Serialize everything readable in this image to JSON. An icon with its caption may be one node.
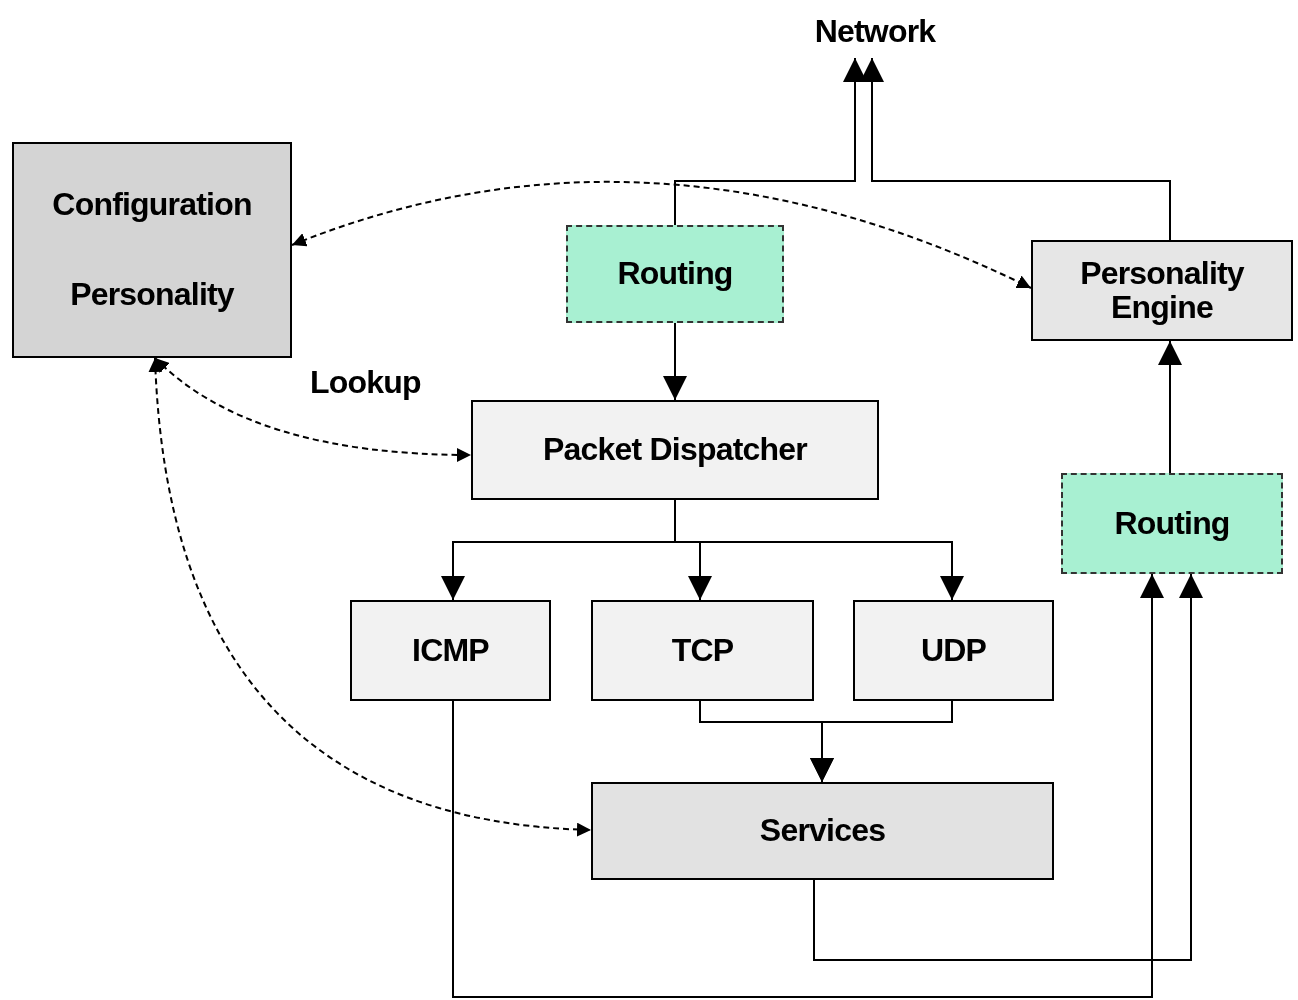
{
  "diagram": {
    "nodes": [
      {
        "text": [
          "Network"
        ]
      },
      {
        "text": [
          "Configuration",
          "Personality"
        ]
      },
      {
        "text": [
          "Routing"
        ]
      },
      {
        "text": [
          "Personality Engine"
        ]
      },
      {
        "text": [
          "Packet Dispatcher"
        ]
      },
      {
        "text": [
          "Routing"
        ]
      },
      {
        "text": [
          "ICMP"
        ]
      },
      {
        "text": [
          "TCP"
        ]
      },
      {
        "text": [
          "UDP"
        ]
      },
      {
        "text": [
          "Services"
        ]
      }
    ],
    "edges": [
      {
        "from": 2,
        "to": 0,
        "arrow": "to"
      },
      {
        "from": 3,
        "to": 0,
        "arrow": "to"
      },
      {
        "from": 1,
        "to": 3,
        "arrow": "both",
        "style": "dashed"
      },
      {
        "from": 2,
        "to": 4,
        "arrow": "to"
      },
      {
        "from": 1,
        "to": 4,
        "arrow": "both",
        "style": "dashed",
        "label": "Lookup"
      },
      {
        "from": 1,
        "to": 9,
        "arrow": "both",
        "style": "dashed"
      },
      {
        "from": 4,
        "to": 6,
        "arrow": "to"
      },
      {
        "from": 4,
        "to": 7,
        "arrow": "to"
      },
      {
        "from": 4,
        "to": 8,
        "arrow": "to"
      },
      {
        "from": 7,
        "to": 9,
        "arrow": "to"
      },
      {
        "from": 8,
        "to": 9,
        "arrow": "to"
      },
      {
        "from": 6,
        "to": 5,
        "arrow": "to"
      },
      {
        "from": 9,
        "to": 5,
        "arrow": "to"
      },
      {
        "from": 5,
        "to": 3,
        "arrow": "to"
      }
    ]
  }
}
